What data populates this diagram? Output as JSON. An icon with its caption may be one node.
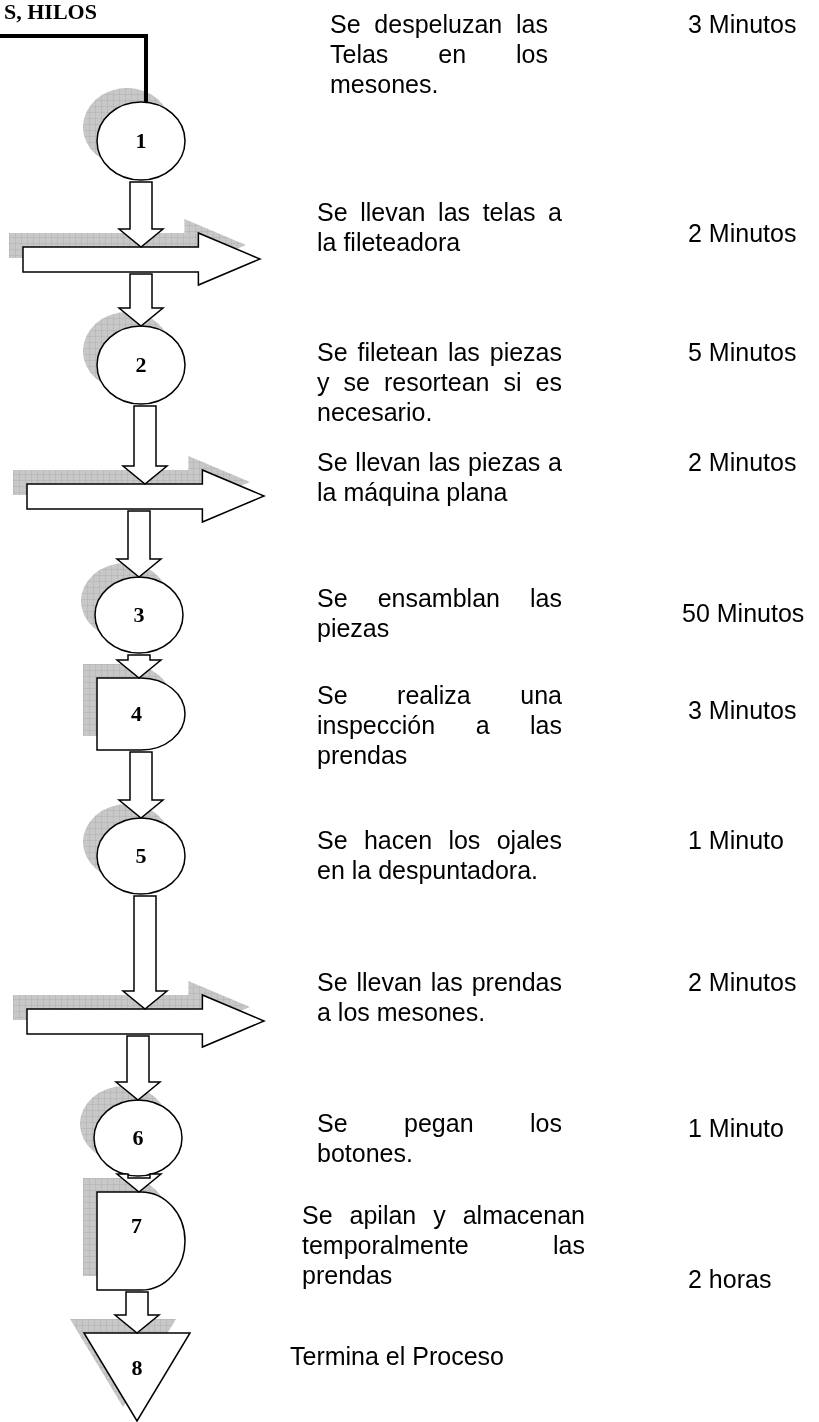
{
  "diagram": {
    "nodes": [
      {
        "text": [
          "1"
        ]
      },
      {
        "text": [],
        "shape": "arrow"
      },
      {
        "text": [
          "2"
        ]
      },
      {
        "text": [],
        "shape": "arrow"
      },
      {
        "text": [
          "3"
        ]
      },
      {
        "text": [
          "4"
        ]
      },
      {
        "text": [
          "5"
        ]
      },
      {
        "text": [],
        "shape": "arrow"
      },
      {
        "text": [
          "6"
        ]
      },
      {
        "text": [
          "7"
        ]
      },
      {
        "text": [
          "8"
        ]
      }
    ],
    "edges": [
      {
        "from": null,
        "to": 0,
        "arrow": "none"
      },
      {
        "from": 0,
        "to": 1,
        "arrow": "to"
      },
      {
        "from": 1,
        "to": 2,
        "arrow": "to"
      },
      {
        "from": 2,
        "to": 3,
        "arrow": "to"
      },
      {
        "from": 3,
        "to": 4,
        "arrow": "to"
      },
      {
        "from": 4,
        "to": 5,
        "arrow": "to"
      },
      {
        "from": 5,
        "to": 6,
        "arrow": "to"
      },
      {
        "from": 6,
        "to": 7,
        "arrow": "to"
      },
      {
        "from": 7,
        "to": 8,
        "arrow": "to"
      },
      {
        "from": 8,
        "to": 9,
        "arrow": "to"
      },
      {
        "from": 9,
        "to": 10,
        "arrow": "to"
      }
    ],
    "labels": [
      "S, HILOS",
      "Se despeluzan las Telas en los mesones.",
      "3 Minutos",
      "Se llevan las telas a la fileteadora",
      "2 Minutos",
      "Se filetean las piezas y se resortean si es necesario.",
      "5 Minutos",
      "Se llevan las piezas a la máquina plana",
      "2 Minutos",
      "Se ensamblan las piezas",
      "50 Minutos",
      "Se realiza una inspección a las prendas",
      "3 Minutos",
      "Se hacen los ojales en la despuntadora.",
      "1 Minuto",
      "Se llevan las prendas a los mesones.",
      "2 Minutos",
      "Se pegan los botones.",
      "1 Minuto",
      "Se apilan y almacenan temporalmente las prendas",
      "2 horas",
      "Termina el Proceso"
    ]
  }
}
